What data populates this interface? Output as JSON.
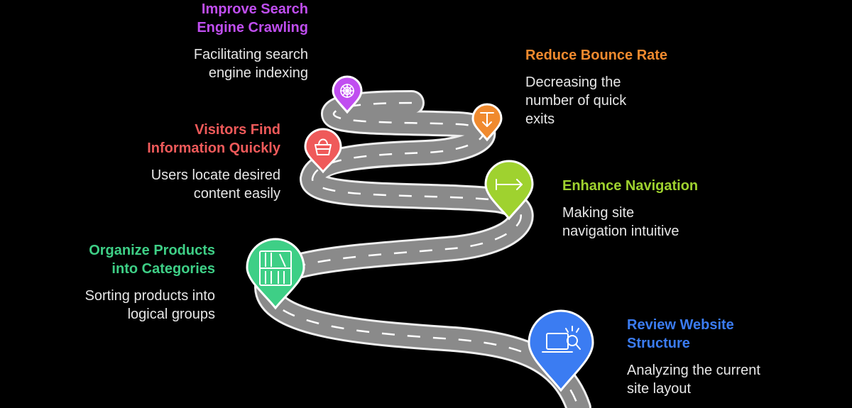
{
  "steps": [
    {
      "id": "improve-search-engine-crawling",
      "title": "Improve Search\nEngine Crawling",
      "description": "Facilitating search\nengine indexing",
      "color": "#c04ef0",
      "icon": "spider-web-icon"
    },
    {
      "id": "reduce-bounce-rate",
      "title": "Reduce Bounce Rate",
      "description": "Decreasing the\nnumber of quick\nexits",
      "color": "#f08a2e",
      "icon": "exit-arrow-icon"
    },
    {
      "id": "visitors-find-information-quickly",
      "title": "Visitors Find\nInformation Quickly",
      "description": "Users locate desired\ncontent easily",
      "color": "#ef5a5a",
      "icon": "shopping-basket-icon"
    },
    {
      "id": "enhance-navigation",
      "title": "Enhance Navigation",
      "description": "Making site\nnavigation intuitive",
      "color": "#9fd22f",
      "icon": "right-arrow-icon"
    },
    {
      "id": "organize-products-into-categories",
      "title": "Organize Products\ninto Categories",
      "description": "Sorting products into\nlogical groups",
      "color": "#3ecf86",
      "icon": "bookshelf-icon"
    },
    {
      "id": "review-website-structure",
      "title": "Review Website\nStructure",
      "description": "Analyzing the current\nsite layout",
      "color": "#3b7cf2",
      "icon": "laptop-search-icon"
    }
  ]
}
